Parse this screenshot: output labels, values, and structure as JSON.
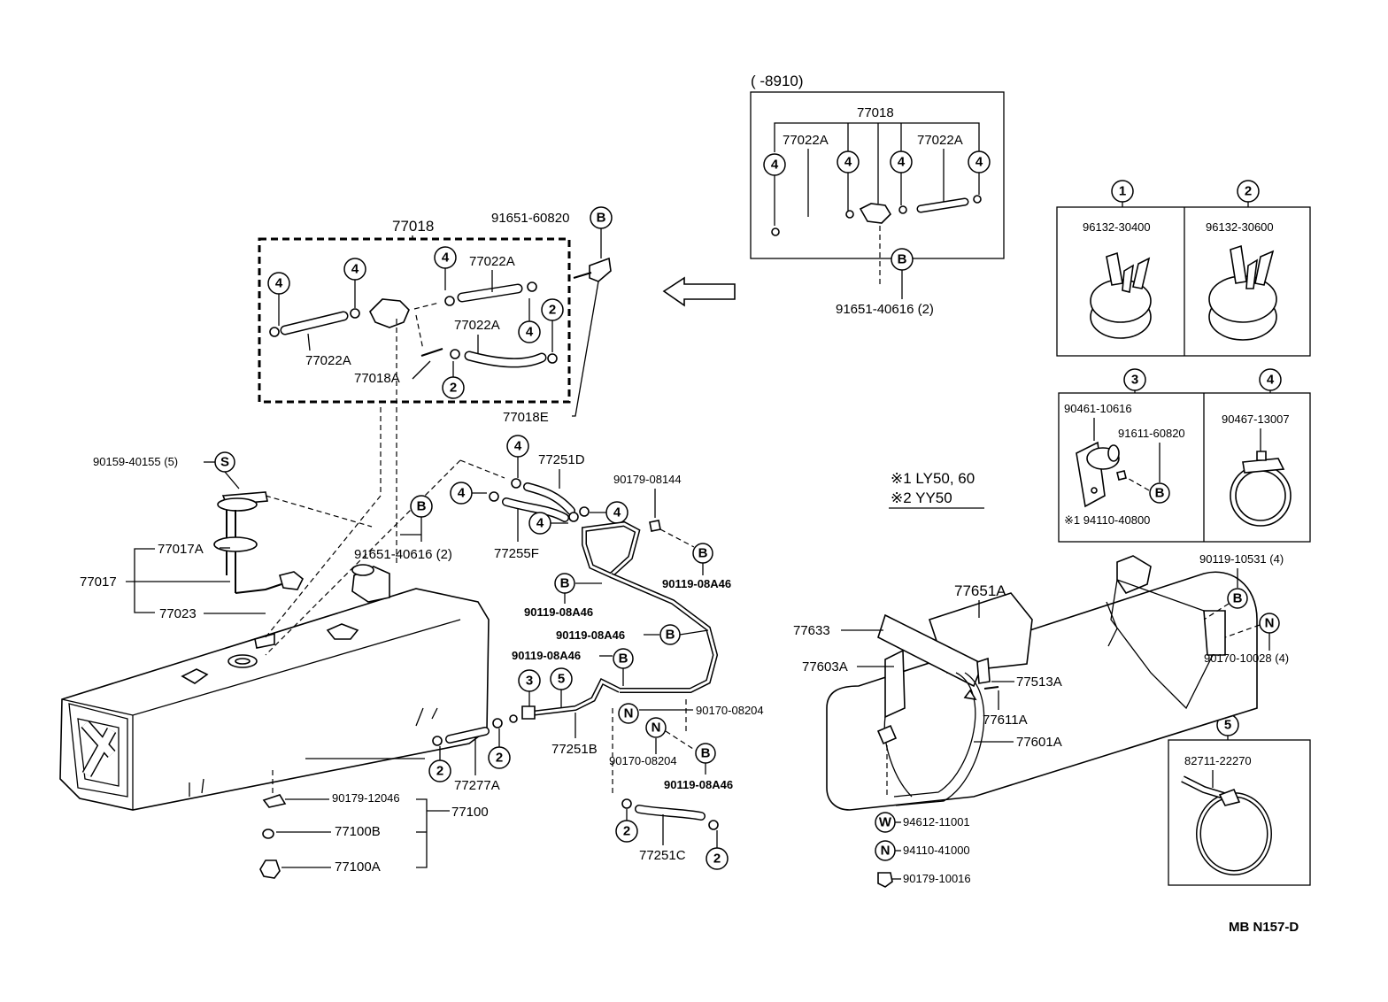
{
  "note": {
    "sym1": "※1 LY50, 60",
    "sym2": "※2 YY50"
  },
  "code": "MB  N157-D",
  "inset_top": {
    "range": "(       -8910)",
    "main_label": "77018",
    "hose_left": "77022A",
    "hose_right": "77022A",
    "clamp": "4",
    "bolt_marker": "B",
    "bolt_label": "91651-40616 (2)"
  },
  "kit": {
    "main_label": "77018",
    "bolt_label": "91651-60820",
    "bolt_marker": "B",
    "hose_a": "77022A",
    "hose_b": "77022A",
    "hose_c": "77022A",
    "union": "77018A",
    "bracket": "77018E",
    "clamp4": "4",
    "clamp2": "2"
  },
  "clamp_panels": [
    {
      "marker": "1",
      "part": "96132-30400"
    },
    {
      "marker": "2",
      "part": "96132-30600"
    },
    {
      "marker": "3",
      "part": "90461-10616",
      "bolt": "91611-60820",
      "bolt_marker": "B",
      "note": "※1 94110-40800"
    },
    {
      "marker": "4",
      "part": "90467-13007"
    },
    {
      "marker": "5",
      "part": "82711-22270"
    }
  ],
  "labels": {
    "screw": "90159-40155 (5)",
    "screw_marker": "S",
    "gauge_a": "77017A",
    "gauge": "77017",
    "gauge_gasket": "77023",
    "kit_bolt": "91651-40616 (2)",
    "kit_bolt_marker": "B",
    "hose_d": "77251D",
    "hose_f": "77255F",
    "clip1": "90179-08144",
    "bolt_a46_1": "90119-08A46",
    "bolt_a46_2": "90119-08A46",
    "bolt_a46_3": "90119-08A46",
    "bolt_a46_4": "90119-08A46",
    "bolt_a46_5": "90119-08A46",
    "nut1": "90170-08204",
    "nut2": "90170-08204",
    "hose_b": "77251B",
    "hose_c": "77251C",
    "hose_277": "77277A",
    "tank": "77100",
    "clip2": "90179-12046",
    "gasket": "77100B",
    "drain": "77100A",
    "protector": "77651A",
    "bracket1": "77633",
    "bracket2": "77603A",
    "band_bolt": "77513A",
    "band_pin": "77611A",
    "band": "77601A",
    "bolt10531": "90119-10531 (4)",
    "nut10028": "90170-10028 (4)",
    "washer": "94612-11001",
    "nut41000": "94110-41000",
    "clip3": "90179-10016",
    "m_B": "B",
    "m_N": "N",
    "m_W": "W",
    "m_2": "2",
    "m_3": "3",
    "m_4": "4",
    "m_5": "5"
  }
}
